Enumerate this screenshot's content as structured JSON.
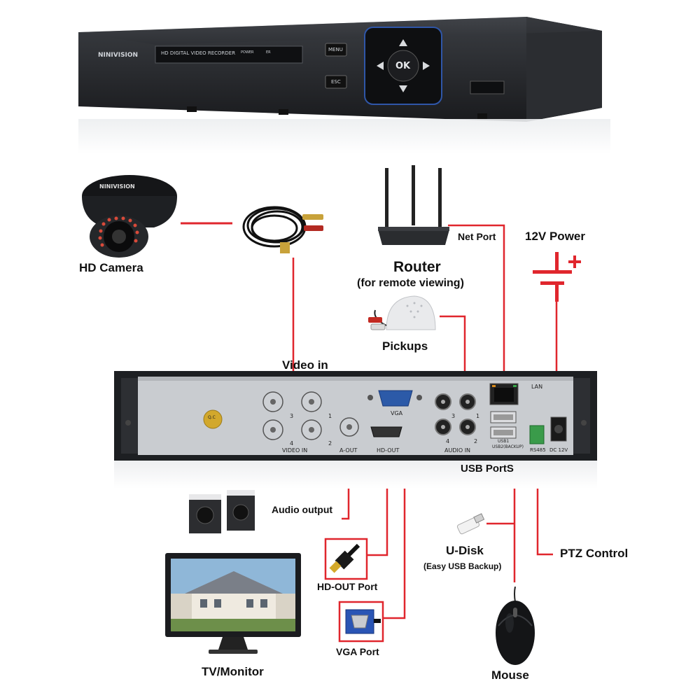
{
  "dvr_front": {
    "brand": "NINIVISION",
    "display_text": "HD DIGITAL VIDEO RECORDER",
    "power_label": "POWER",
    "status_label": "ER",
    "menu_label": "MENU",
    "esc_label": "ESC",
    "ok_label": "OK"
  },
  "camera": {
    "brand": "NINIVISION",
    "label": "HD Camera"
  },
  "router": {
    "title": "Router",
    "subtitle": "(for remote viewing)"
  },
  "labels": {
    "net_port": "Net Port",
    "power": "12V Power",
    "pickups": "Pickups",
    "video_in": "Video in",
    "usb_ports": "USB PortS",
    "audio_output": "Audio output",
    "udisk": "U-Disk",
    "udisk_sub": "(Easy USB Backup)",
    "ptz": "PTZ Control",
    "hdout_port": "HD-OUT Port",
    "vga_port": "VGA Port",
    "tv": "TV/Monitor",
    "mouse": "Mouse"
  },
  "back_panel": {
    "video_in": "VIDEO IN",
    "aout": "A-OUT",
    "hdout": "HD-OUT",
    "vga": "VGA",
    "audio_in": "AUDIO IN",
    "lan": "LAN",
    "usb1": "USB1",
    "usb2": "USB2(BACKUP)",
    "rs485": "RS485",
    "dc12v": "DC 12V",
    "qc_sticker": "Q.C",
    "port_numbers": [
      "3",
      "1",
      "4",
      "2"
    ]
  },
  "colors": {
    "line": "#e0262d",
    "panel": "#1d1f22",
    "panel_silver": "#c9ccd0"
  }
}
